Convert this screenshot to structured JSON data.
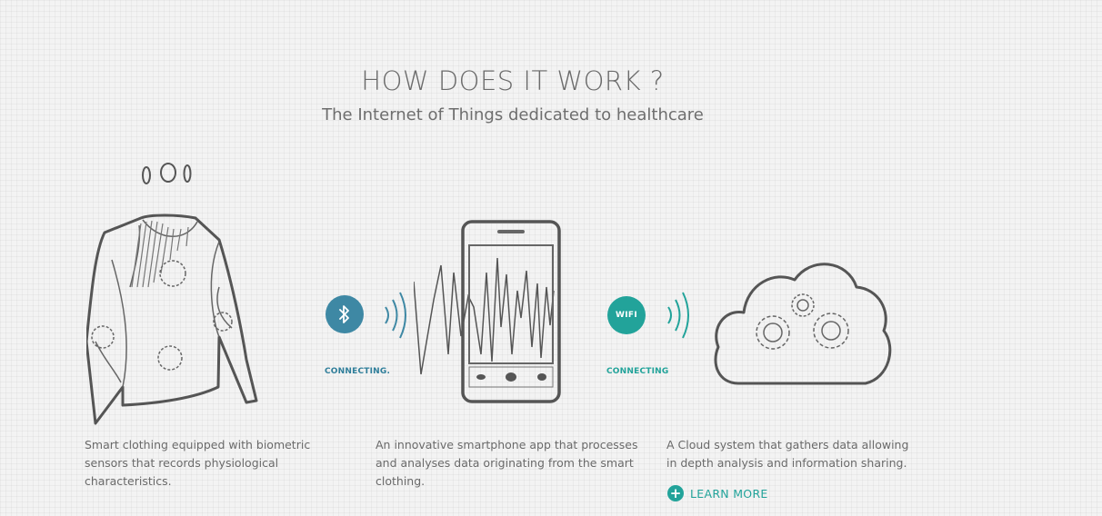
{
  "header": {
    "title": "HOW DOES IT WORK ?",
    "subtitle": "The Internet of Things dedicated to healthcare"
  },
  "steps": [
    {
      "icon": "smart-shirt-icon",
      "description": "Smart clothing equipped with biometric sensors that records physiological characteristics."
    },
    {
      "icon": "smartphone-icon",
      "description": "An innovative smartphone app that processes and analyses data originating from the smart clothing."
    },
    {
      "icon": "cloud-gears-icon",
      "description": "A Cloud system that gathers data allowing in depth analysis and information sharing."
    }
  ],
  "connections": [
    {
      "badge_icon": "bluetooth-icon",
      "badge_text": "",
      "status": "CONNECTING.",
      "color": "#3e88a4"
    },
    {
      "badge_icon": "wifi-icon",
      "badge_text": "WIFI",
      "status": "CONNECTING",
      "color": "#22a39a"
    }
  ],
  "learn_more": {
    "label": "LEARN MORE",
    "icon": "plus-circle-icon",
    "color": "#22a39a"
  }
}
